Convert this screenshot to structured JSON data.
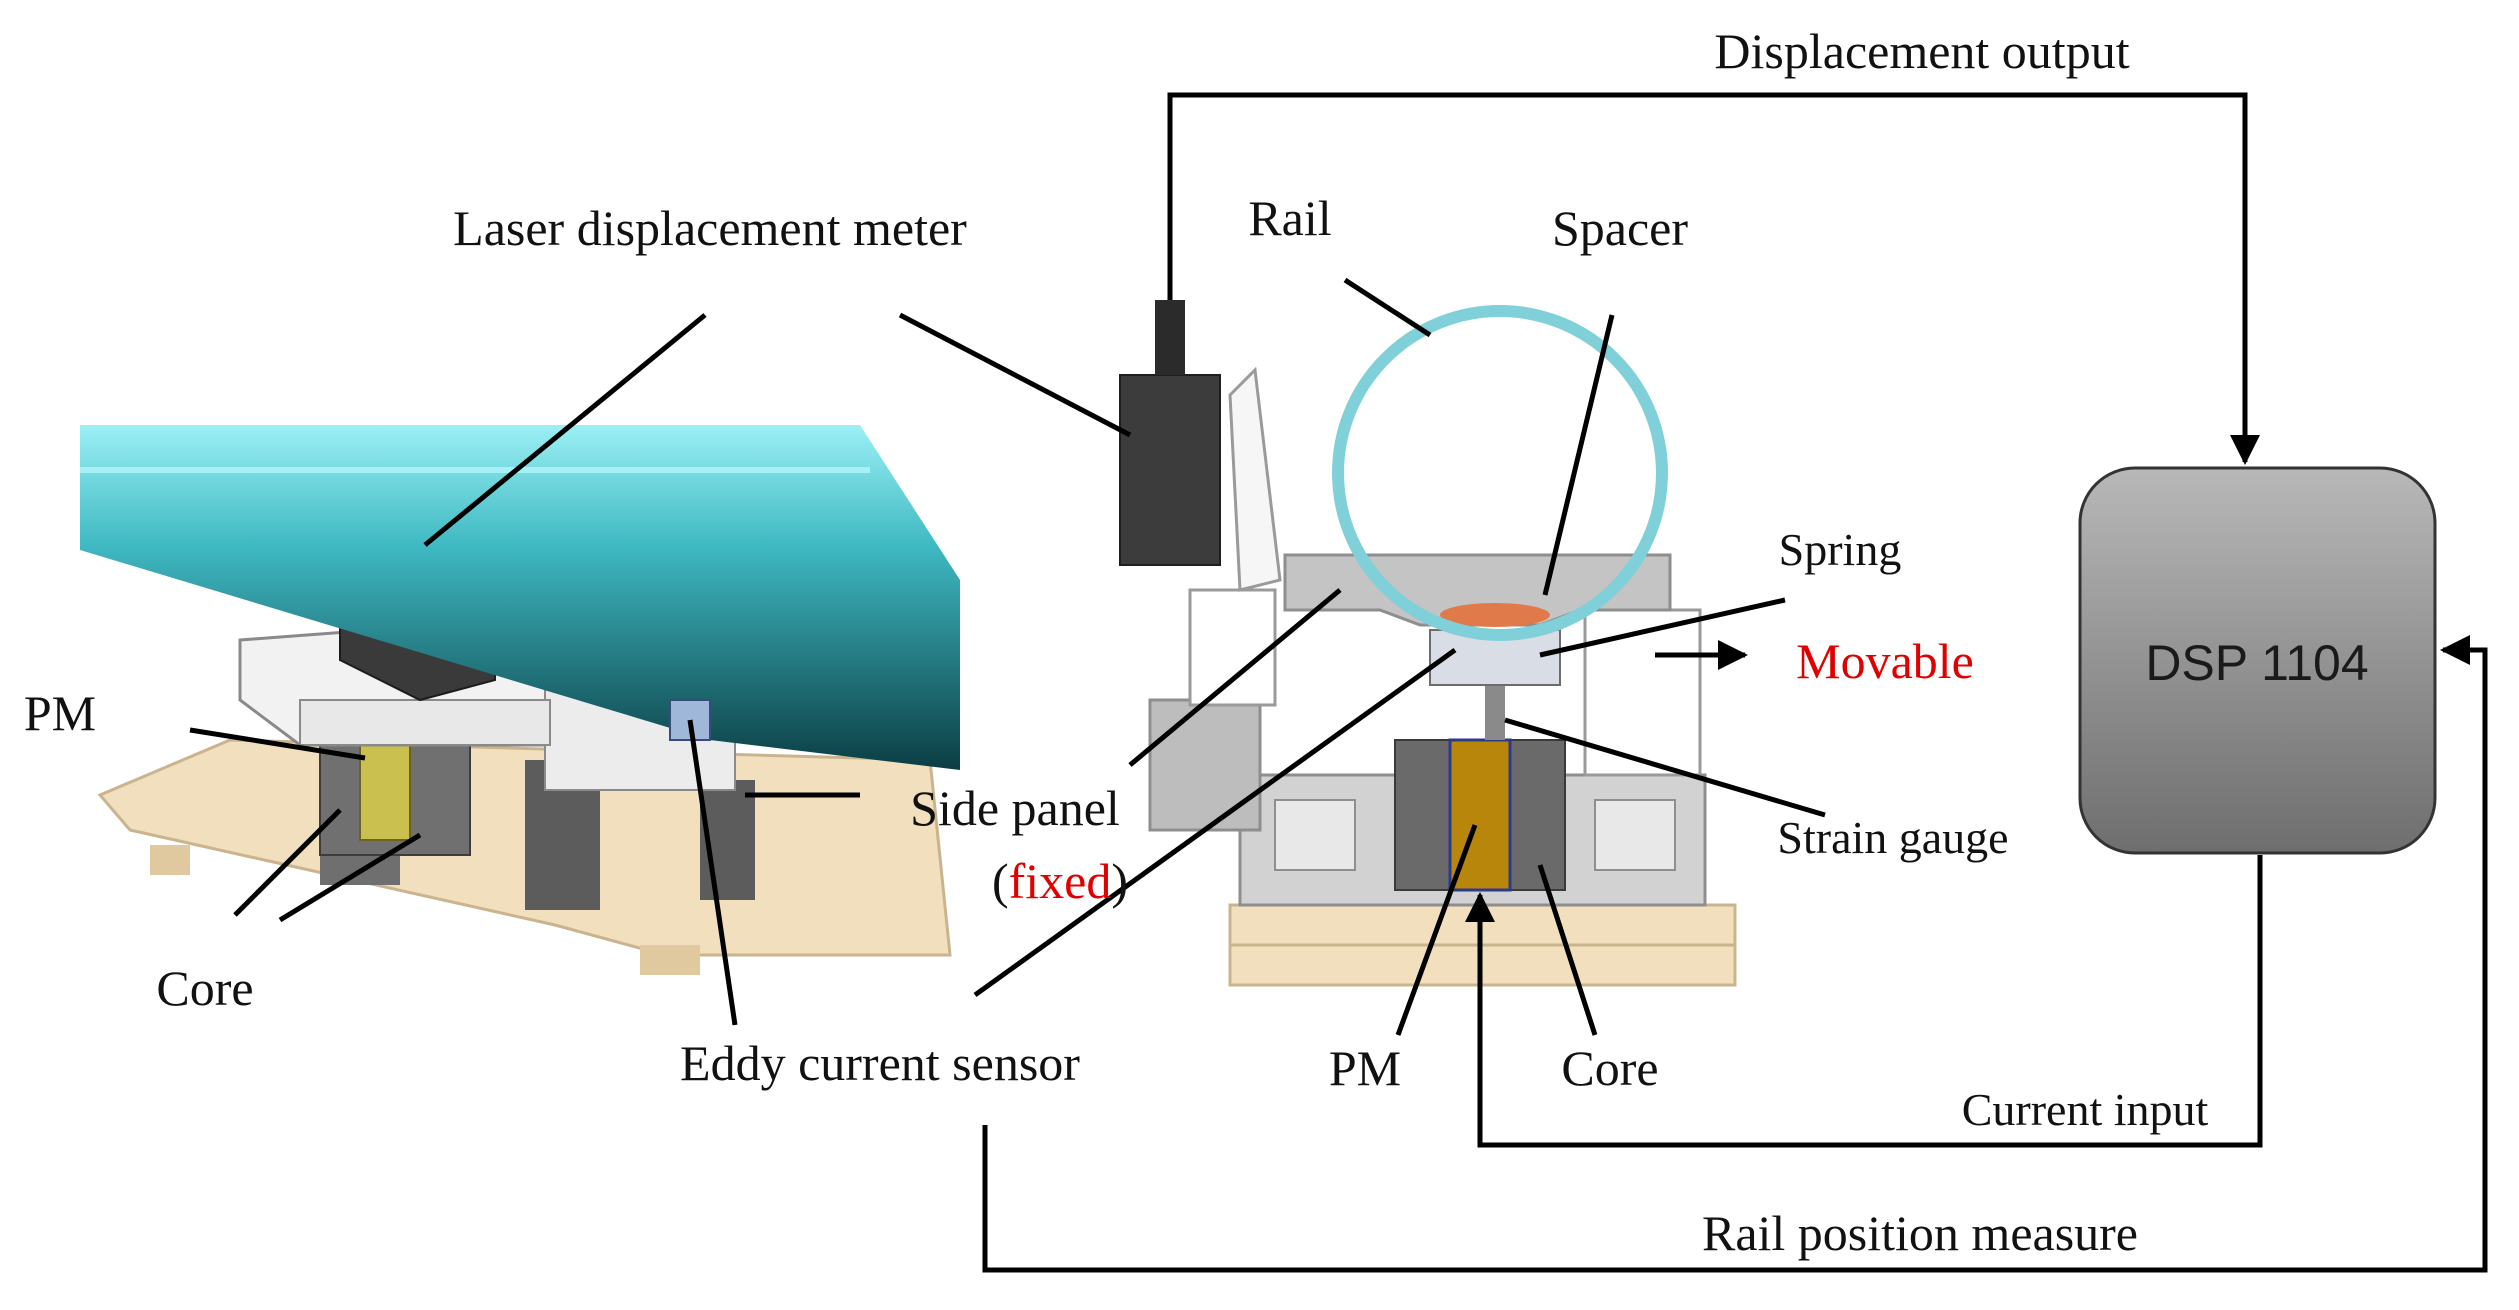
{
  "labels": {
    "displacement_output": "Displacement output",
    "laser_meter": "Laser displacement meter",
    "rail": "Rail",
    "spacer": "Spacer",
    "spring": "Spring",
    "movable": "Movable",
    "pm_left": "PM",
    "side_panel": "Side panel",
    "fixed_open": "(",
    "fixed_word": "fixed",
    "fixed_close": ")",
    "strain_gauge": "Strain gauge",
    "core_left": "Core",
    "eddy_sensor": "Eddy current sensor",
    "pm_center": "PM",
    "core_center": "Core",
    "current_input": "Current input",
    "rail_position": "Rail position measure",
    "dsp": "DSP 1104"
  },
  "colors": {
    "rail_cyan": "#2aa9b4",
    "rail_ring": "#7fd0d8",
    "highlight_red": "#e00000",
    "pm_gold": "#b8860b",
    "base_wood": "#f1dfbd",
    "dsp_gray": "#8c8c8c",
    "line": "#000000"
  }
}
